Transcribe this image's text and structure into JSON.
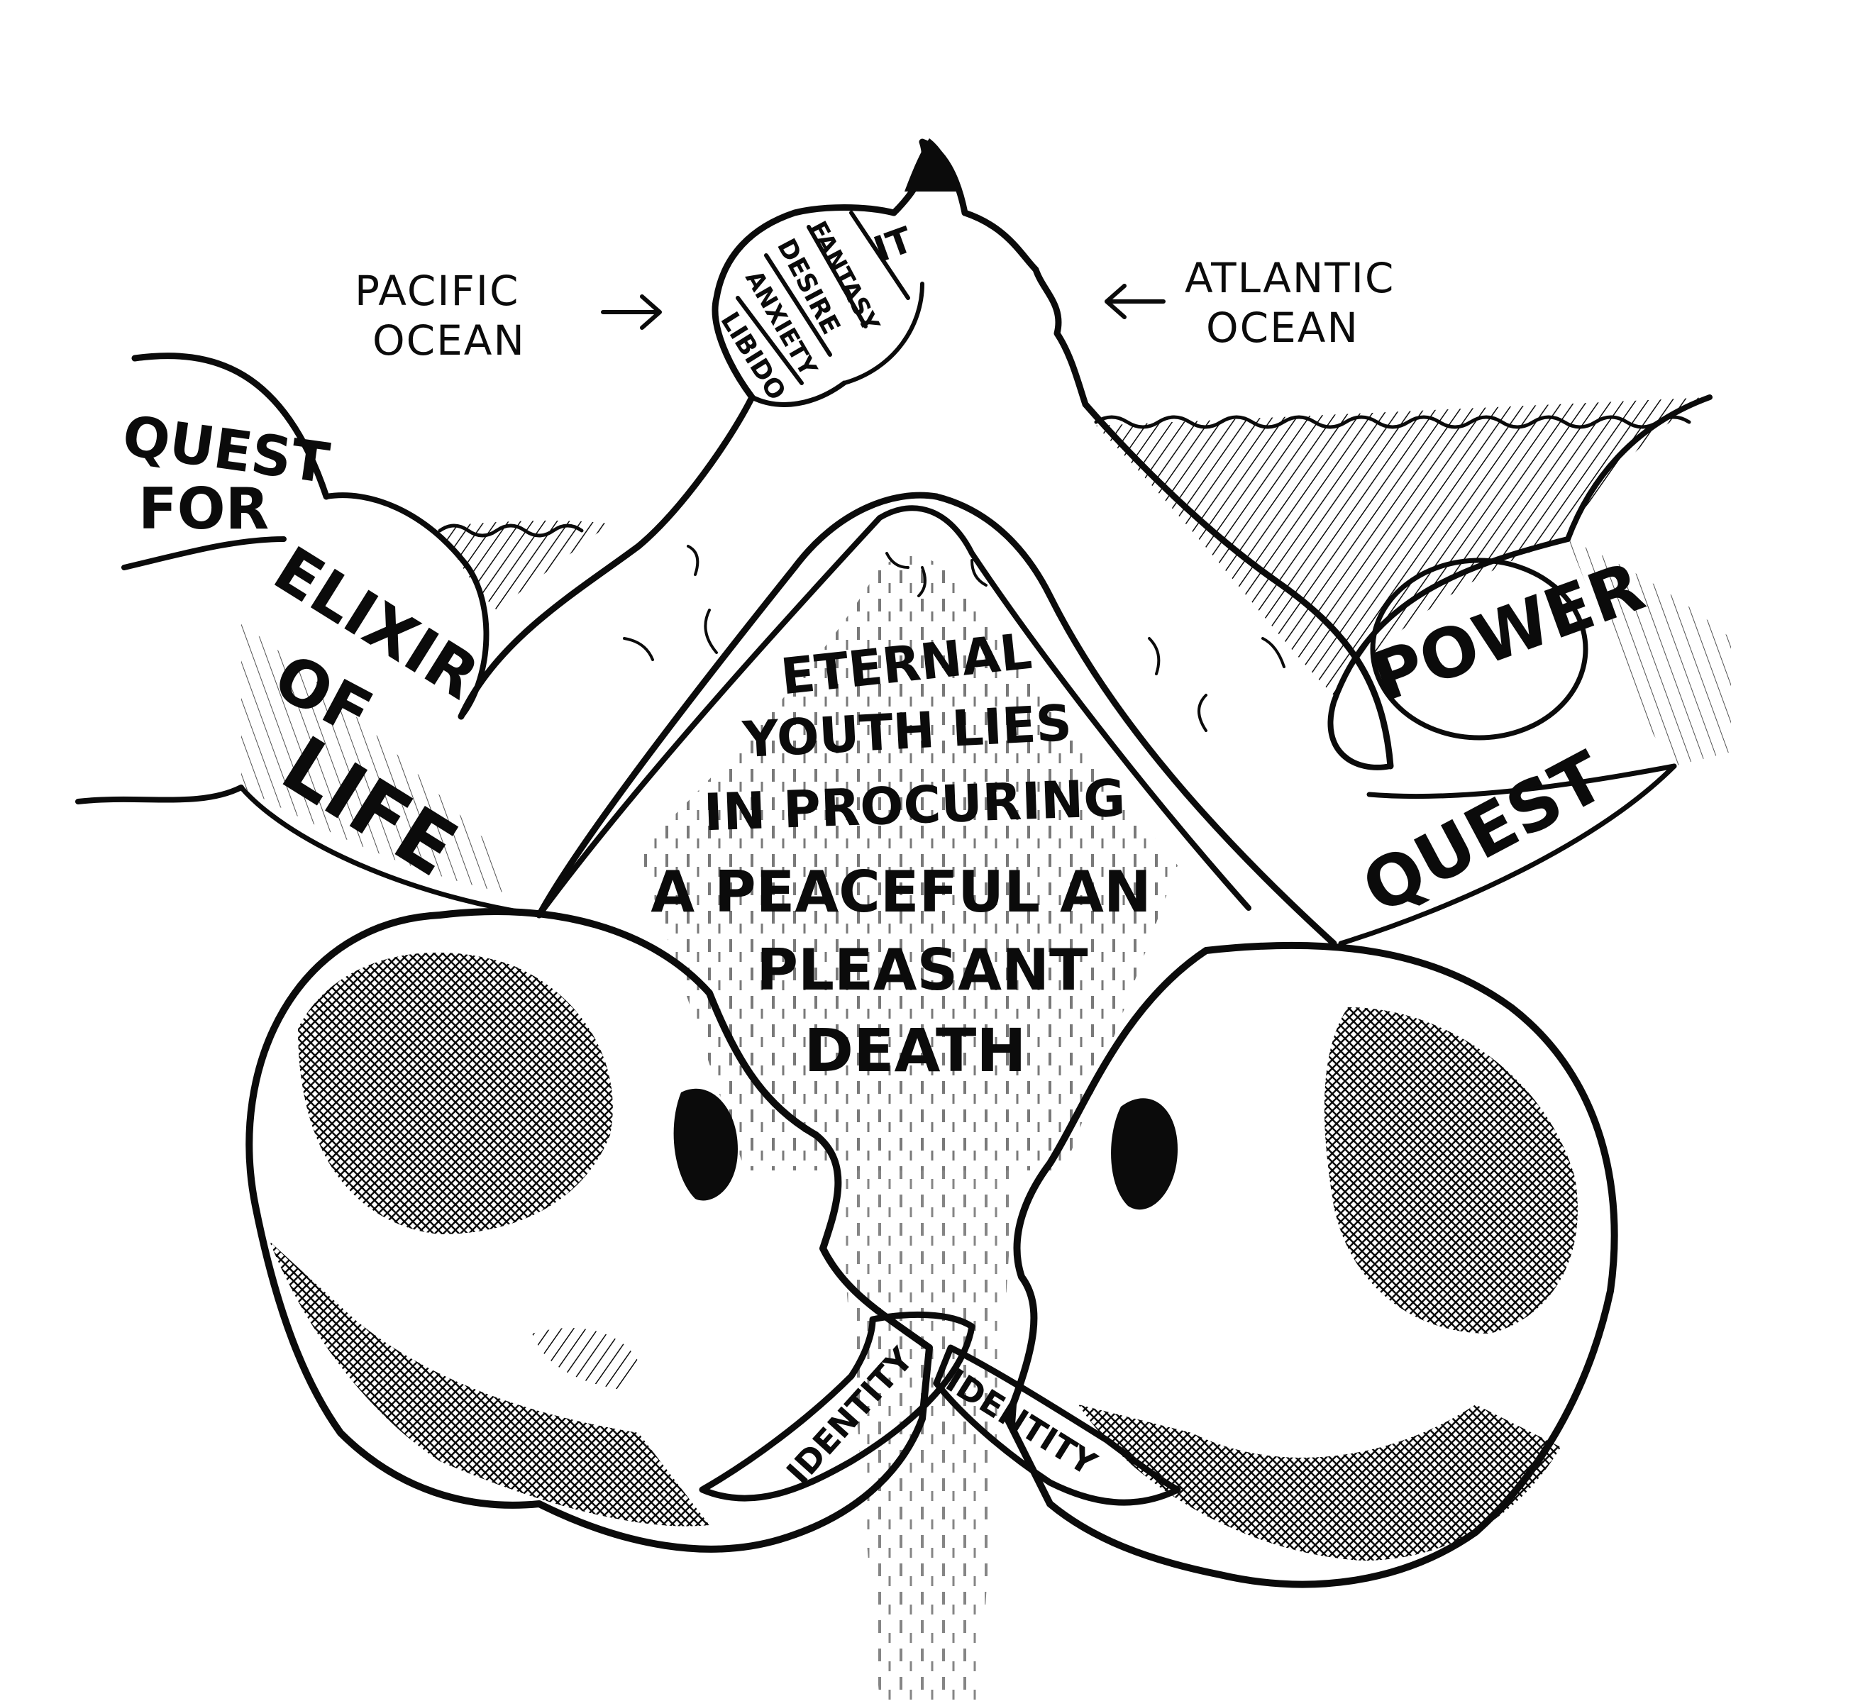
{
  "image": {
    "background": "#ffffff",
    "ink": "#0b0b0b",
    "shade": "#3a3a3a"
  },
  "labels": {
    "pacific_1": "PACIFIC",
    "pacific_2": "OCEAN",
    "atlantic_1": "ATLANTIC",
    "atlantic_2": "OCEAN",
    "quest_for_1": "QUEST",
    "quest_for_2": "FOR",
    "elixir_1": "ELIXIR",
    "elixir_2": "OF",
    "elixir_3": "LIFE",
    "power": "POWER",
    "power_quest": "QUEST",
    "finger_it": "IT",
    "finger_fantasy": "FANTASY",
    "finger_desire": "DESIRE",
    "finger_anxiety": "ANXIETY",
    "finger_libido": "LIBIDO",
    "center_1": "ETERNAL",
    "center_2": "YOUTH LIES",
    "center_3": "IN PROCURING",
    "center_4": "A PEACEFUL AN",
    "center_5": "PLEASANT",
    "center_6": "DEATH",
    "tongue_left": "IDENTITY",
    "tongue_right": "IDENTITY"
  }
}
